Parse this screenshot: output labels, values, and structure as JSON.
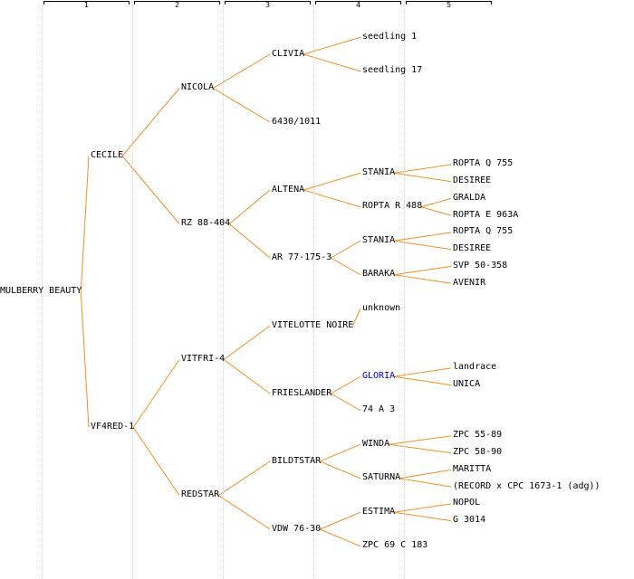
{
  "columns": [
    "1",
    "2",
    "3",
    "4",
    "5"
  ],
  "colors": {
    "line": "#f0902a",
    "text": "#000000",
    "highlight": "#0000cc"
  },
  "tree": {
    "label": "MULBERRY BEAUTY",
    "children": [
      {
        "label": "CECILE",
        "children": [
          {
            "label": "NICOLA",
            "children": [
              {
                "label": "CLIVIA",
                "children": [
                  {
                    "label": "seedling 1"
                  },
                  {
                    "label": "seedling 17"
                  }
                ]
              },
              {
                "label": "6430/1011"
              }
            ]
          },
          {
            "label": "RZ 88-404",
            "children": [
              {
                "label": "ALTENA",
                "children": [
                  {
                    "label": "STANIA",
                    "children": [
                      {
                        "label": "ROPTA Q 755"
                      },
                      {
                        "label": "DESIREE"
                      }
                    ]
                  },
                  {
                    "label": "ROPTA R 488",
                    "children": [
                      {
                        "label": "GRALDA"
                      },
                      {
                        "label": "ROPTA E 963A"
                      }
                    ]
                  }
                ]
              },
              {
                "label": "AR 77-175-3",
                "children": [
                  {
                    "label": "STANIA",
                    "children": [
                      {
                        "label": "ROPTA Q 755"
                      },
                      {
                        "label": "DESIREE"
                      }
                    ]
                  },
                  {
                    "label": "BARAKA",
                    "children": [
                      {
                        "label": "SVP 50-358"
                      },
                      {
                        "label": "AVENIR"
                      }
                    ]
                  }
                ]
              }
            ]
          }
        ]
      },
      {
        "label": "VF4RED-1",
        "children": [
          {
            "label": "VITFRI-4",
            "children": [
              {
                "label": "VITELOTTE NOIRE",
                "children": [
                  {
                    "label": "unknown"
                  }
                ]
              },
              {
                "label": "FRIESLANDER",
                "children": [
                  {
                    "label": "GLORIA",
                    "highlight": true,
                    "children": [
                      {
                        "label": "landrace"
                      },
                      {
                        "label": "UNICA"
                      }
                    ]
                  },
                  {
                    "label": "74 A 3"
                  }
                ]
              }
            ]
          },
          {
            "label": "REDSTAR",
            "children": [
              {
                "label": "BILDTSTAR",
                "children": [
                  {
                    "label": "WINDA",
                    "children": [
                      {
                        "label": "ZPC 55-89"
                      },
                      {
                        "label": "ZPC 58-90"
                      }
                    ]
                  },
                  {
                    "label": "SATURNA",
                    "children": [
                      {
                        "label": "MARITTA"
                      },
                      {
                        "label": "(RECORD x CPC 1673-1 (adg))"
                      }
                    ]
                  }
                ]
              },
              {
                "label": "VDW 76-30",
                "children": [
                  {
                    "label": "ESTIMA",
                    "children": [
                      {
                        "label": "NOPOL"
                      },
                      {
                        "label": "G 3014"
                      }
                    ]
                  },
                  {
                    "label": "ZPC 69 C 183"
                  }
                ]
              }
            ]
          }
        ]
      }
    ]
  }
}
